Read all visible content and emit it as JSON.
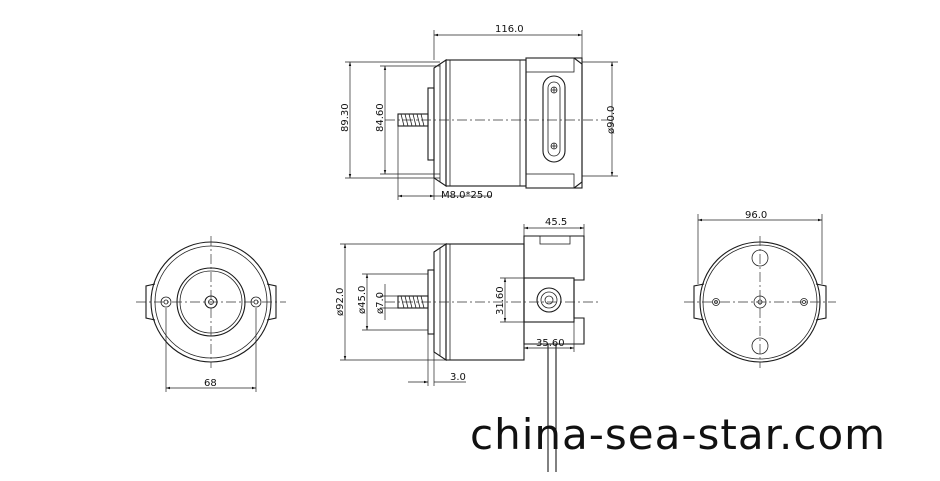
{
  "dimensions": {
    "top_length": "116.0",
    "top_height_outer": "89.30",
    "top_height_inner": "84.60",
    "top_dia": "ø90.0",
    "top_thread": "M8.0*25.0",
    "side_width": "45.5",
    "side_dia_outer": "ø92.0",
    "side_dia_mid": "ø45.0",
    "side_dia_shaft": "ø7.0",
    "side_height": "31.60",
    "side_box_width": "35.60",
    "side_offset": "3.0",
    "front_width": "68",
    "rear_width": "96.0"
  },
  "watermark": "china-sea-star.com"
}
